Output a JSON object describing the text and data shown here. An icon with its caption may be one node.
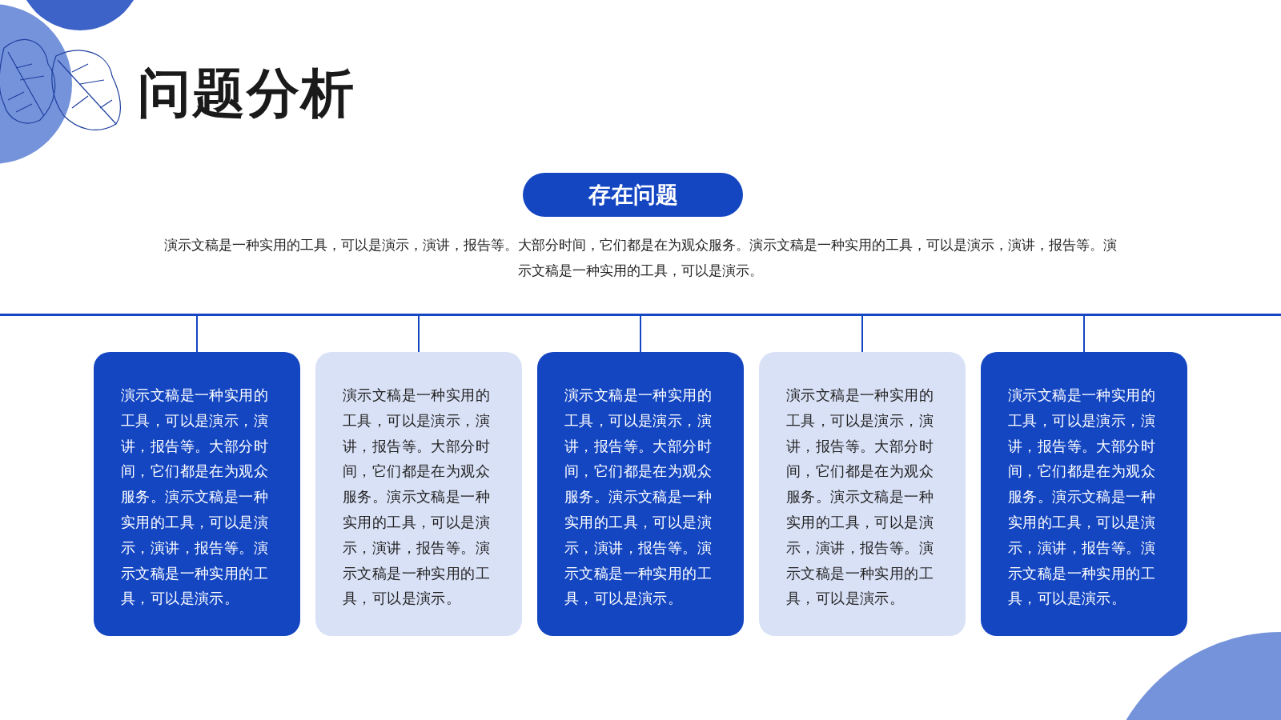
{
  "diagram": {
    "title": "问题分析",
    "nodes": [
      {
        "text": [
          "存在问题"
        ]
      },
      {
        "text": [],
        "shape": "bar"
      },
      {
        "text": [
          "演示文稿是一种实用的工具，可以是演示，演讲，报告等。大部分时间，它们都是在为观众服务。演示文稿是一种实用的工具，可以是演示，演讲，报告等。演示文稿是一种实用的工具，可以是演示。"
        ]
      },
      {
        "text": [
          "演示文稿是一种实用的工具，可以是演示，演讲，报告等。大部分时间，它们都是在为观众服务。演示文稿是一种实用的工具，可以是演示，演讲，报告等。演示文稿是一种实用的工具，可以是演示。"
        ]
      },
      {
        "text": [
          "演示文稿是一种实用的工具，可以是演示，演讲，报告等。大部分时间，它们都是在为观众服务。演示文稿是一种实用的工具，可以是演示，演讲，报告等。演示文稿是一种实用的工具，可以是演示。"
        ]
      },
      {
        "text": [
          "演示文稿是一种实用的工具，可以是演示，演讲，报告等。大部分时间，它们都是在为观众服务。演示文稿是一种实用的工具，可以是演示，演讲，报告等。演示文稿是一种实用的工具，可以是演示。"
        ]
      },
      {
        "text": [
          "演示文稿是一种实用的工具，可以是演示，演讲，报告等。大部分时间，它们都是在为观众服务。演示文稿是一种实用的工具，可以是演示，演讲，报告等。演示文稿是一种实用的工具，可以是演示。"
        ]
      }
    ],
    "edges": [
      {
        "from": 1,
        "to": 2,
        "arrow": "none"
      },
      {
        "from": 1,
        "to": 3,
        "arrow": "none"
      },
      {
        "from": 1,
        "to": 4,
        "arrow": "none"
      },
      {
        "from": 1,
        "to": 5,
        "arrow": "none"
      },
      {
        "from": 1,
        "to": 6,
        "arrow": "none"
      }
    ],
    "labels": [
      "演示文稿是一种实用的工具，可以是演示，演讲，报告等。大部分时间，它们都是在为观众服务。演示文稿是一种实用的工具，可以是演示，演讲，报告等。演示文稿是一种实用的工具，可以是演示。"
    ]
  }
}
